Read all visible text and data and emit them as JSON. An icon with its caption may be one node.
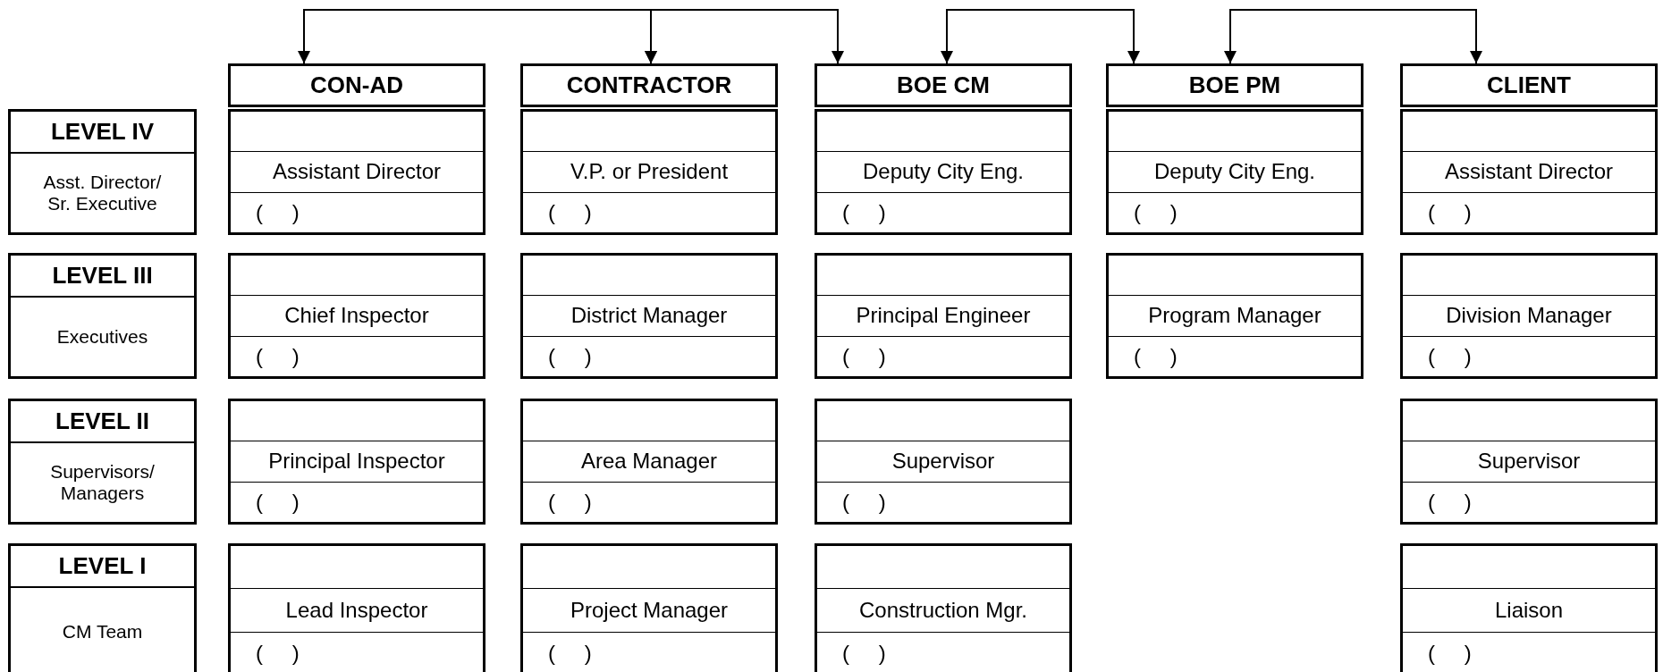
{
  "diagram": {
    "nodes": [
      {
        "text": [
          "CON-AD"
        ]
      },
      {
        "text": [
          "CONTRACTOR"
        ]
      },
      {
        "text": [
          "BOE CM"
        ]
      },
      {
        "text": [
          "BOE PM"
        ]
      },
      {
        "text": [
          "CLIENT"
        ]
      },
      {
        "text": [
          "LEVEL IV",
          "Asst. Director/ Sr. Executive"
        ]
      },
      {
        "text": [
          "Assistant Director",
          "( )"
        ]
      },
      {
        "text": [
          "V.P. or President",
          "( )"
        ]
      },
      {
        "text": [
          "Deputy City Eng.",
          "( )"
        ]
      },
      {
        "text": [
          "Deputy City Eng.",
          "( )"
        ]
      },
      {
        "text": [
          "Assistant Director",
          "( )"
        ]
      },
      {
        "text": [
          "LEVEL III",
          "Executives"
        ]
      },
      {
        "text": [
          "Chief Inspector",
          "( )"
        ]
      },
      {
        "text": [
          "District Manager",
          "( )"
        ]
      },
      {
        "text": [
          "Principal Engineer",
          "( )"
        ]
      },
      {
        "text": [
          "Program Manager",
          "( )"
        ]
      },
      {
        "text": [
          "Division Manager",
          "( )"
        ]
      },
      {
        "text": [
          "LEVEL II",
          "Supervisors/ Managers"
        ]
      },
      {
        "text": [
          "Principal Inspector",
          "( )"
        ]
      },
      {
        "text": [
          "Area Manager",
          "( )"
        ]
      },
      {
        "text": [
          "Supervisor",
          "( )"
        ]
      },
      {
        "text": [
          "Supervisor",
          "( )"
        ]
      },
      {
        "text": [
          "LEVEL I",
          "CM Team"
        ]
      },
      {
        "text": [
          "Lead Inspector",
          "( )"
        ]
      },
      {
        "text": [
          "Project Manager",
          "( )"
        ]
      },
      {
        "text": [
          "Construction Mgr.",
          "( )"
        ]
      },
      {
        "text": [
          "Liaison",
          "( )"
        ]
      }
    ],
    "edges": [
      {
        "from": 0,
        "to": 1,
        "arrow": "both"
      },
      {
        "from": 1,
        "to": 2,
        "arrow": "both"
      },
      {
        "from": 2,
        "to": 3,
        "arrow": "both"
      },
      {
        "from": 3,
        "to": 4,
        "arrow": "both"
      }
    ]
  }
}
